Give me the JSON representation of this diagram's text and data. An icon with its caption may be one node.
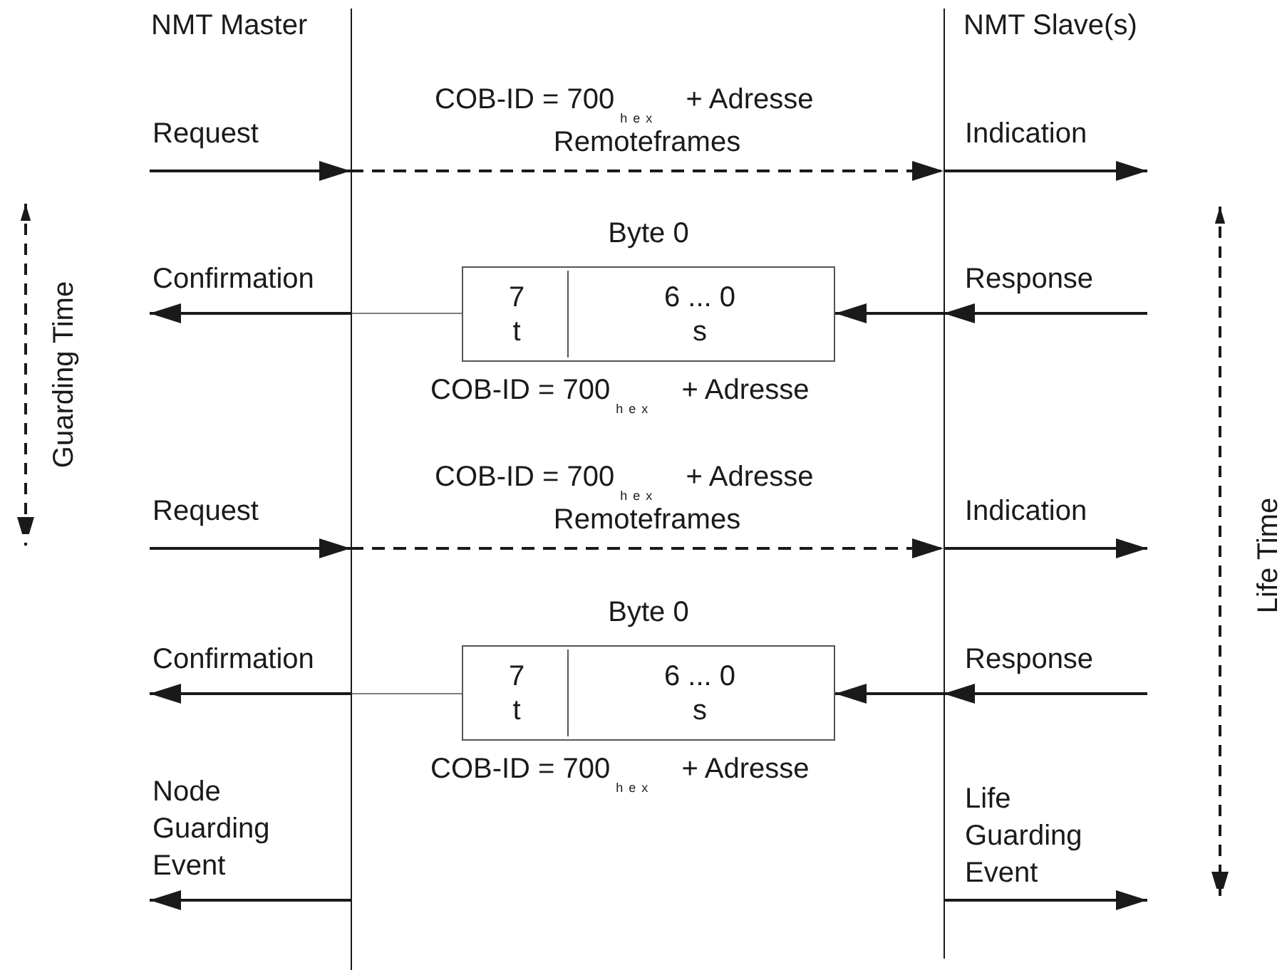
{
  "diagram": {
    "nodes": [
      {
        "text": [
          "NMT Master"
        ]
      },
      {
        "text": [
          "NMT Slave(s)"
        ]
      },
      {
        "text": [],
        "shape": "box",
        "beside": [
          "Byte 0",
          "COB-ID = 700$_{hex}$ + Adresse"
        ]
      },
      {
        "text": [
          "7",
          "t"
        ],
        "in": 2
      },
      {
        "text": [
          "6 ... 0",
          "s"
        ],
        "in": 2
      },
      {
        "text": [],
        "shape": "box",
        "beside": [
          "Byte 0",
          "COB-ID = 700$_{hex}$ + Adresse"
        ]
      },
      {
        "text": [
          "7",
          "t"
        ],
        "in": 5
      },
      {
        "text": [
          "6 ... 0",
          "s"
        ],
        "in": 5
      }
    ],
    "edges": [
      {
        "from": null,
        "to": 0,
        "arrow": "to",
        "label": "Request"
      },
      {
        "from": 0,
        "to": 1,
        "arrow": "to",
        "style": "dashed",
        "label": "Remoteframes"
      },
      {
        "from": 1,
        "to": null,
        "arrow": "to",
        "label": "Indication"
      },
      {
        "from": null,
        "to": 1,
        "arrow": "to",
        "label": "Response"
      },
      {
        "from": 1,
        "to": 2,
        "arrow": "to"
      },
      {
        "from": 2,
        "to": 0,
        "arrow": "none",
        "color": "#808080"
      },
      {
        "from": 0,
        "to": null,
        "arrow": "to",
        "label": "Confirmation"
      },
      {
        "from": null,
        "to": 0,
        "arrow": "to",
        "label": "Request"
      },
      {
        "from": 0,
        "to": 1,
        "arrow": "to",
        "style": "dashed",
        "label": "Remoteframes"
      },
      {
        "from": 1,
        "to": null,
        "arrow": "to",
        "label": "Indication"
      },
      {
        "from": null,
        "to": 1,
        "arrow": "to",
        "label": "Response"
      },
      {
        "from": 1,
        "to": 5,
        "arrow": "to"
      },
      {
        "from": 5,
        "to": 0,
        "arrow": "none",
        "color": "#808080"
      },
      {
        "from": 0,
        "to": null,
        "arrow": "to",
        "label": "Confirmation"
      },
      {
        "from": 0,
        "to": null,
        "arrow": "to",
        "label": "Node Guarding Event"
      },
      {
        "from": 1,
        "to": null,
        "arrow": "to",
        "label": "Life Guarding Event"
      }
    ],
    "labels": [
      "COB-ID = 700$_{hex}$ + Adresse",
      "Guarding Time",
      "COB-ID = 700$_{hex}$ + Adresse",
      "Life Time"
    ]
  }
}
